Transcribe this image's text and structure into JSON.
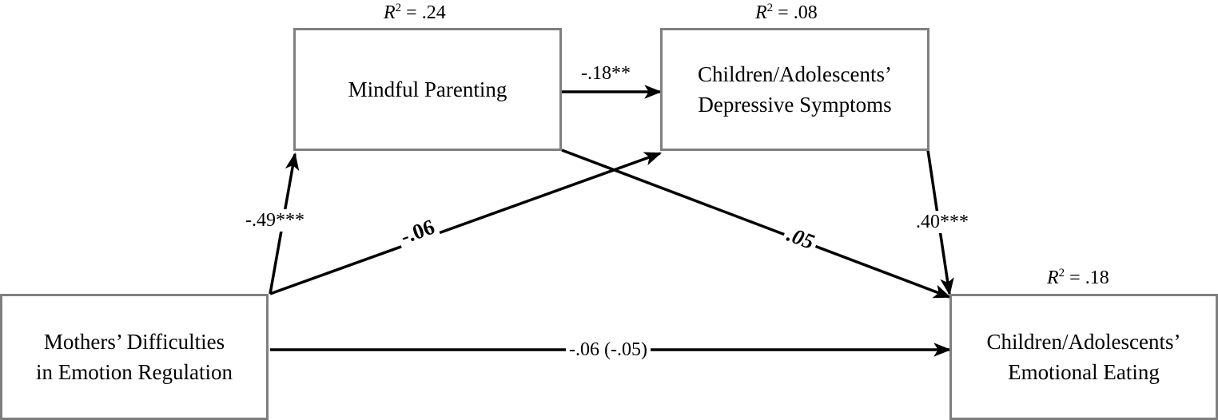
{
  "boxes": {
    "mothers": {
      "line1": "Mothers’ Difficulties",
      "line2": "in Emotion Regulation"
    },
    "mindful": {
      "line1": "Mindful Parenting"
    },
    "depressive": {
      "line1": "Children/Adolescents’",
      "line2": "Depressive Symptoms"
    },
    "eating": {
      "line1": "Children/Adolescents’",
      "line2": "Emotional Eating"
    }
  },
  "r_squared": {
    "symbol": "R",
    "exponent": "2",
    "mindful": " = .24",
    "depressive": " = .08",
    "eating": " = .18"
  },
  "paths": {
    "mothers_to_mindful": "-.49***",
    "mindful_to_depressive": "-.18**",
    "mothers_to_depressive": "-.06",
    "mindful_to_eating": ".05",
    "depressive_to_eating": ".40***",
    "mothers_to_eating": "-.06 (-.05)"
  },
  "colors": {
    "box_border": "#7f7f7f",
    "arrow": "#000000"
  }
}
